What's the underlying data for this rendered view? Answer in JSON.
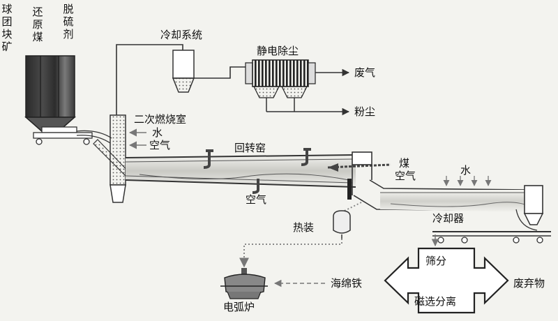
{
  "feed_labels": [
    "球团块矿",
    "还原煤",
    "脱硫剂"
  ],
  "labels": {
    "cooling_system": "冷却系统",
    "electrostatic_precipitator": "静电除尘",
    "waste_gas": "废气",
    "dust": "粉尘",
    "secondary_combustion_chamber": "二次燃烧室",
    "water_left": "水",
    "air_left": "空气",
    "rotary_kiln": "回转窑",
    "coal": "煤",
    "air_right": "空气",
    "water_right": "水",
    "air_bottom": "空气",
    "cooler": "冷却器",
    "hot_charging": "热装",
    "screening": "筛分",
    "magnetic_separation": "磁选分离",
    "sponge_iron": "海绵铁",
    "waste": "废弃物",
    "electric_arc_furnace": "电弧炉"
  }
}
